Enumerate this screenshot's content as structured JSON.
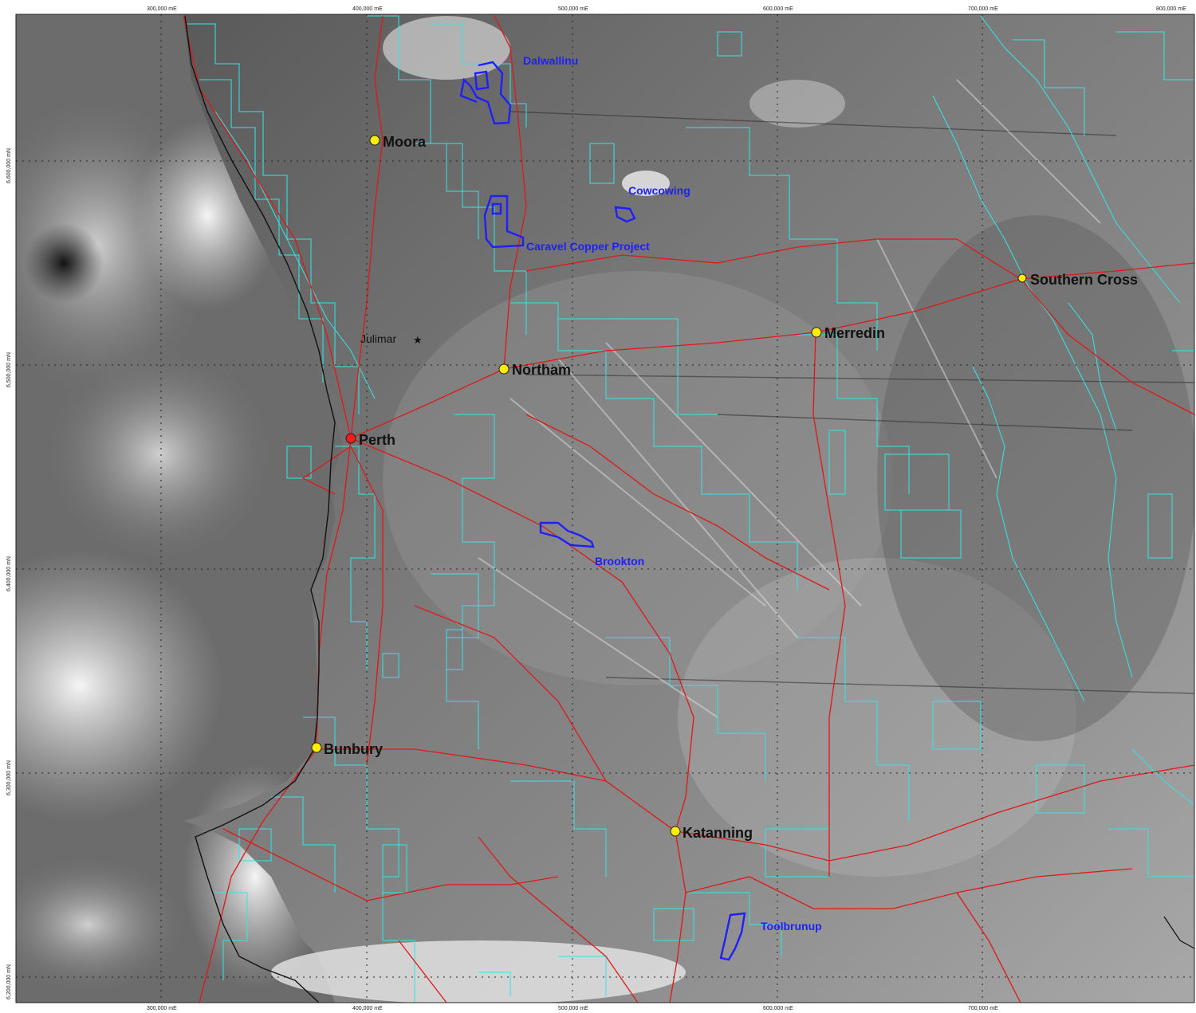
{
  "map": {
    "grid_top_labels": [
      "300,000 mE",
      "400,000 mE",
      "500,000 mE",
      "600,000 mE",
      "700,000 mE",
      "800,000 mE"
    ],
    "grid_bottom_labels": [
      "300,000 mE",
      "400,000 mE",
      "500,000 mE",
      "600,000 mE",
      "700,000 mE"
    ],
    "grid_left_labels": [
      "6,600,000 mN",
      "6,500,000 mN",
      "6,400,000 mN",
      "6,300,000 mN",
      "6,200,000 mN"
    ],
    "towns": [
      {
        "label": "Moora",
        "marker": "yellow-dot"
      },
      {
        "label": "Northam",
        "marker": "yellow-dot"
      },
      {
        "label": "Perth",
        "marker": "red-dot"
      },
      {
        "label": "Merredin",
        "marker": "yellow-dot"
      },
      {
        "label": "Southern Cross",
        "marker": "yellow-dot"
      },
      {
        "label": "Bunbury",
        "marker": "yellow-dot"
      },
      {
        "label": "Katanning",
        "marker": "yellow-dot"
      }
    ],
    "julimar": {
      "label": "Julimar",
      "marker": "star-icon"
    },
    "projects": [
      {
        "label": "Dalwallinu"
      },
      {
        "label": "Cowcowing"
      },
      {
        "label": "Caravel Copper Project"
      },
      {
        "label": "Brookton"
      },
      {
        "label": "Toolbrunup"
      }
    ],
    "colors": {
      "tenements": "#33e6e6",
      "roads": "#e01818",
      "coastline": "#111111",
      "projects": "#1f1fff",
      "town_marker": "#ffee00",
      "capital_marker": "#ff1a1a"
    }
  }
}
